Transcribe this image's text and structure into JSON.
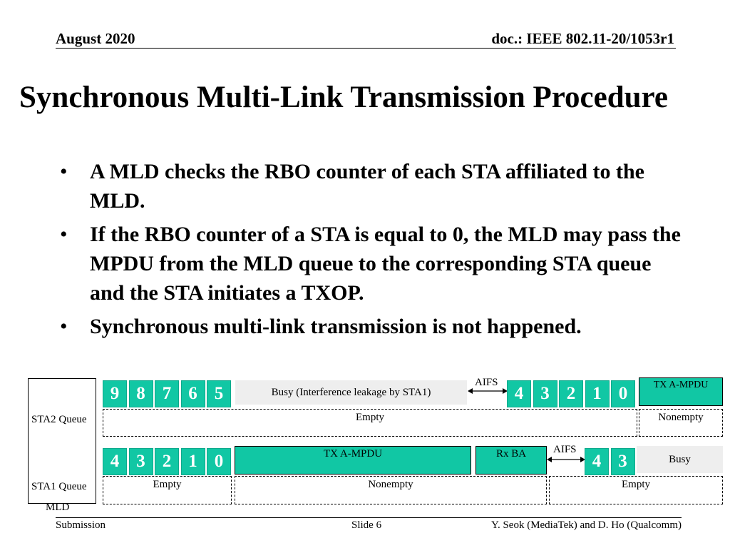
{
  "header": {
    "date": "August 2020",
    "doc": "doc.: IEEE 802.11-20/1053r1"
  },
  "title": "Synchronous Multi-Link Transmission Procedure",
  "bullets": [
    "A MLD checks the RBO counter of each STA affiliated to the MLD.",
    "If the RBO counter of a STA is equal to 0, the MLD may pass the MPDU from the MLD queue to the corresponding STA queue and the STA initiates a TXOP.",
    "Synchronous multi-link transmission is not happened."
  ],
  "bullet_symbol": "•",
  "diagram": {
    "mld_label": "MLD",
    "sta2": {
      "queue_label": "STA2 Queue",
      "counter_left": [
        "9",
        "8",
        "7",
        "6",
        "5"
      ],
      "busy_label": "Busy (Interference leakage by STA1)",
      "aifs_label": "AIFS",
      "counter_right": [
        "4",
        "3",
        "2",
        "1",
        "0"
      ],
      "tx_label": "TX A-MPDU",
      "queue_empty_label": "Empty",
      "queue_nonempty_label": "Nonempty"
    },
    "sta1": {
      "queue_label": "STA1 Queue",
      "counter_left": [
        "4",
        "3",
        "2",
        "1",
        "0"
      ],
      "tx_label": "TX A-MPDU",
      "rxba_label": "Rx BA",
      "aifs_label": "AIFS",
      "counter_right": [
        "4",
        "3"
      ],
      "busy_label": "Busy",
      "queue_empty_label": "Empty",
      "queue_nonempty_label": "Nonempty",
      "queue_empty2_label": "Empty"
    }
  },
  "footer": {
    "left": "Submission",
    "center": "Slide 6",
    "right": "Y. Seok (MediaTek) and D. Ho (Qualcomm)"
  },
  "colors": {
    "counter": "#11c7a4",
    "busy": "#eeeeee"
  }
}
